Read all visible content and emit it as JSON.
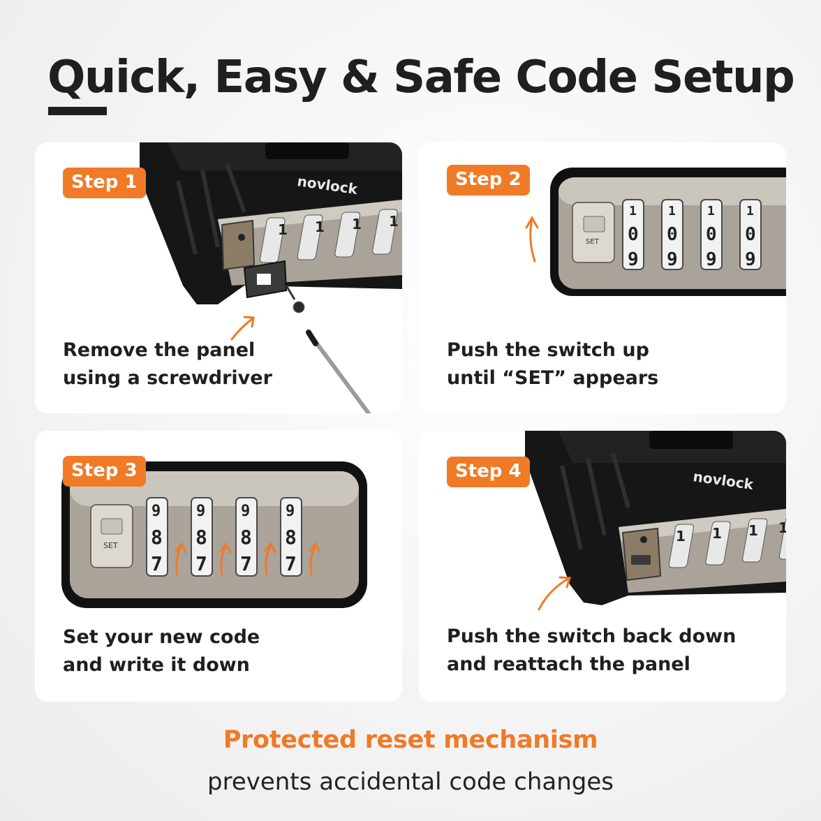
{
  "title": "Quick, Easy & Safe Code Setup",
  "colors": {
    "accent": "#f07a26",
    "text": "#1f1f1f",
    "card": "#ffffff",
    "lock_body": "#161616",
    "lock_panel": "#a9a39a"
  },
  "lock_brand": "novlock",
  "set_label": "SET",
  "steps": [
    {
      "badge": "Step 1",
      "line1": "Remove the panel",
      "line2": "using a screwdriver",
      "dial_digits": [
        "1",
        "1",
        "1",
        "1"
      ]
    },
    {
      "badge": "Step 2",
      "line1": "Push the switch up",
      "line2": "until “SET” appears",
      "dial_digits": [
        "1",
        "0",
        "9"
      ]
    },
    {
      "badge": "Step 3",
      "line1": "Set your new code",
      "line2": "and write it down",
      "dial_digits": [
        "9",
        "8",
        "7"
      ]
    },
    {
      "badge": "Step 4",
      "line1": "Push the switch back down",
      "line2": "and reattach the panel",
      "dial_digits": [
        "1",
        "1",
        "1",
        "1"
      ]
    }
  ],
  "footer": {
    "highlight": "Protected reset mechanism",
    "subline": "prevents accidental code changes"
  },
  "icons": [
    "arrow-up-icon",
    "screwdriver-icon",
    "screw-icon",
    "panel-plate-icon"
  ]
}
